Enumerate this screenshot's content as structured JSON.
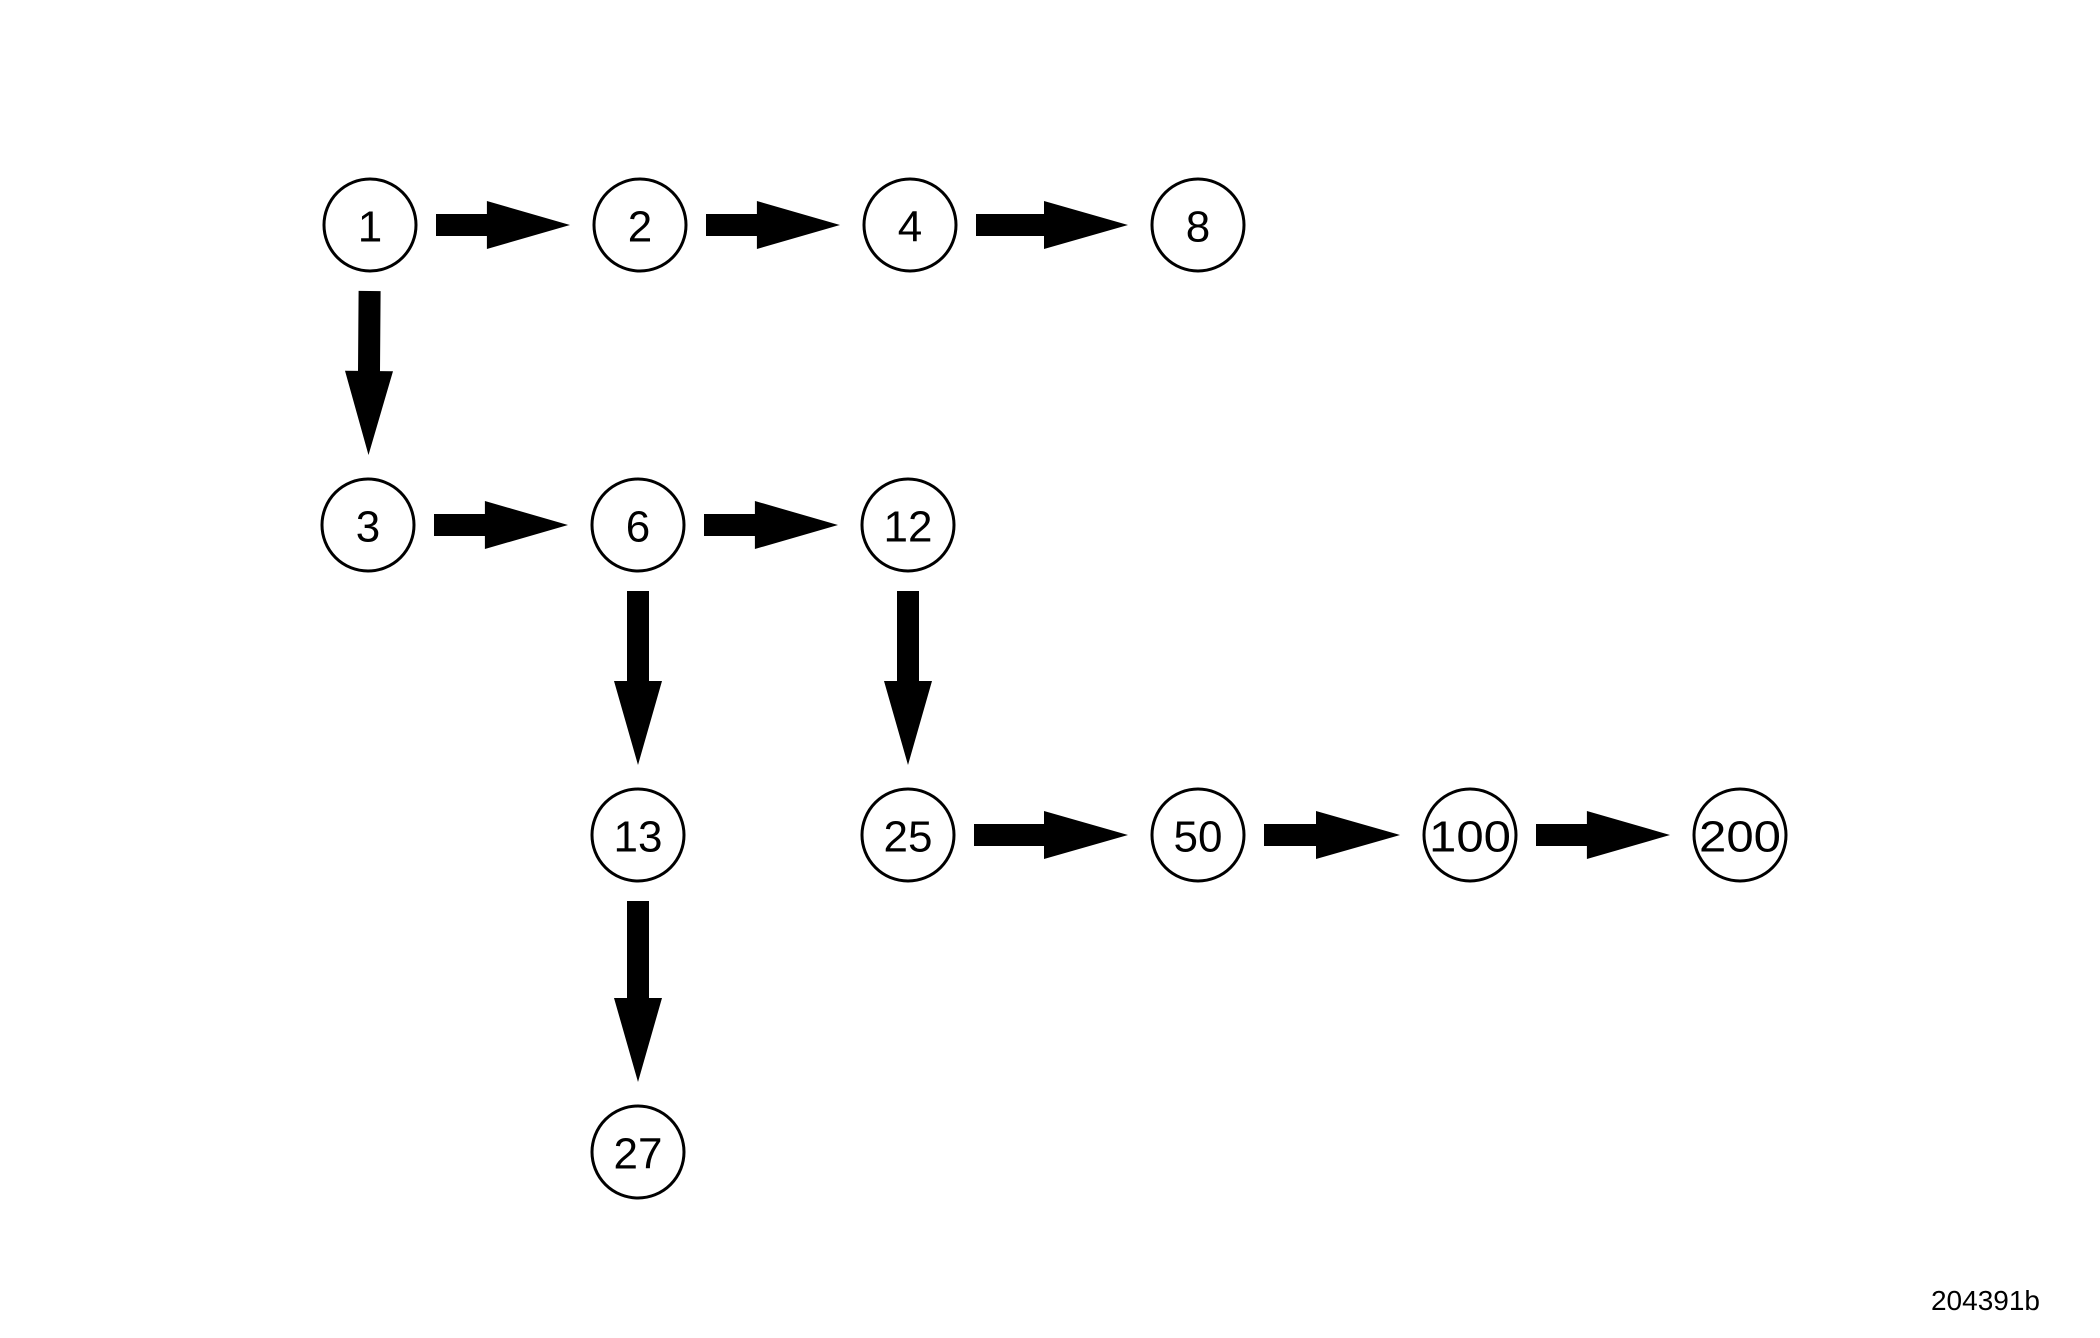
{
  "nodes": [
    {
      "id": "n1",
      "label": "1"
    },
    {
      "id": "n2",
      "label": "2"
    },
    {
      "id": "n4",
      "label": "4"
    },
    {
      "id": "n8",
      "label": "8"
    },
    {
      "id": "n3",
      "label": "3"
    },
    {
      "id": "n6",
      "label": "6"
    },
    {
      "id": "n12",
      "label": "12"
    },
    {
      "id": "n13",
      "label": "13"
    },
    {
      "id": "n25",
      "label": "25"
    },
    {
      "id": "n50",
      "label": "50"
    },
    {
      "id": "n100",
      "label": "100"
    },
    {
      "id": "n200",
      "label": "200"
    },
    {
      "id": "n27",
      "label": "27"
    }
  ],
  "edges": [
    {
      "from": "n1",
      "to": "n2"
    },
    {
      "from": "n2",
      "to": "n4"
    },
    {
      "from": "n4",
      "to": "n8"
    },
    {
      "from": "n1",
      "to": "n3"
    },
    {
      "from": "n3",
      "to": "n6"
    },
    {
      "from": "n6",
      "to": "n12"
    },
    {
      "from": "n6",
      "to": "n13"
    },
    {
      "from": "n12",
      "to": "n25"
    },
    {
      "from": "n25",
      "to": "n50"
    },
    {
      "from": "n50",
      "to": "n100"
    },
    {
      "from": "n100",
      "to": "n200"
    },
    {
      "from": "n13",
      "to": "n27"
    }
  ],
  "figure_code": "204391b"
}
